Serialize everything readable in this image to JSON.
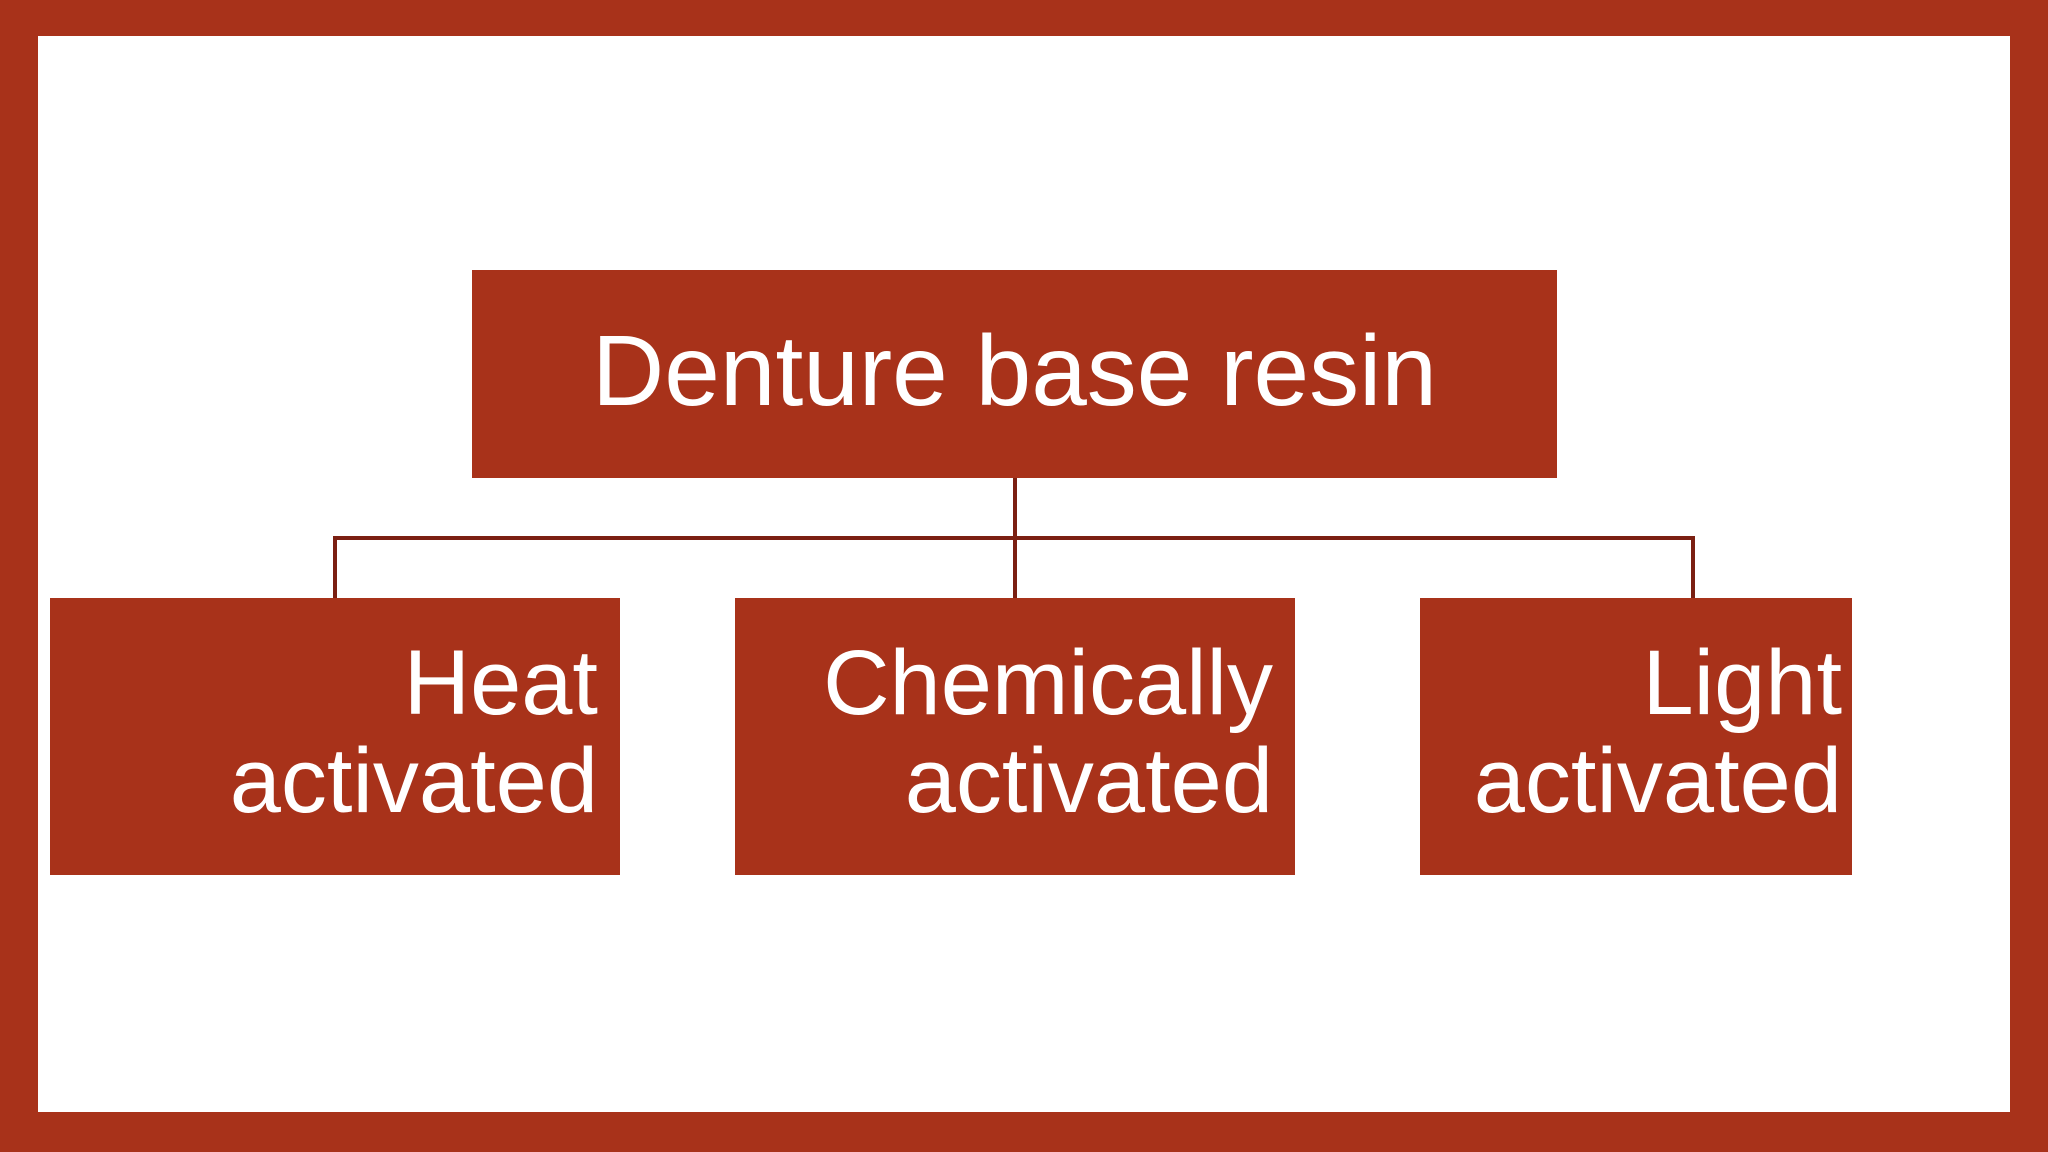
{
  "diagram": {
    "title": "Denture base resin",
    "root": {
      "label": "Denture base resin"
    },
    "children": [
      {
        "label": "Heat\nactivated"
      },
      {
        "label": "Chemically\nactivated"
      },
      {
        "label": "Light\nactivated"
      }
    ],
    "colors": {
      "box_fill": "#A8321A",
      "box_text": "#FFFFFF",
      "connector": "#7B2012",
      "frame": "#A8321A",
      "background": "#FFFFFF"
    }
  },
  "chart_data": {
    "type": "diagram",
    "subtype": "hierarchy-tree",
    "title": "Denture base resin",
    "nodes": [
      {
        "id": "root",
        "label": "Denture base resin",
        "level": 0,
        "parent": null
      },
      {
        "id": "heat",
        "label": "Heat activated",
        "level": 1,
        "parent": "root"
      },
      {
        "id": "chemically",
        "label": "Chemically activated",
        "level": 1,
        "parent": "root"
      },
      {
        "id": "light",
        "label": "Light activated",
        "level": 1,
        "parent": "root"
      }
    ],
    "edges": [
      {
        "from": "root",
        "to": "heat"
      },
      {
        "from": "root",
        "to": "chemically"
      },
      {
        "from": "root",
        "to": "light"
      }
    ]
  }
}
